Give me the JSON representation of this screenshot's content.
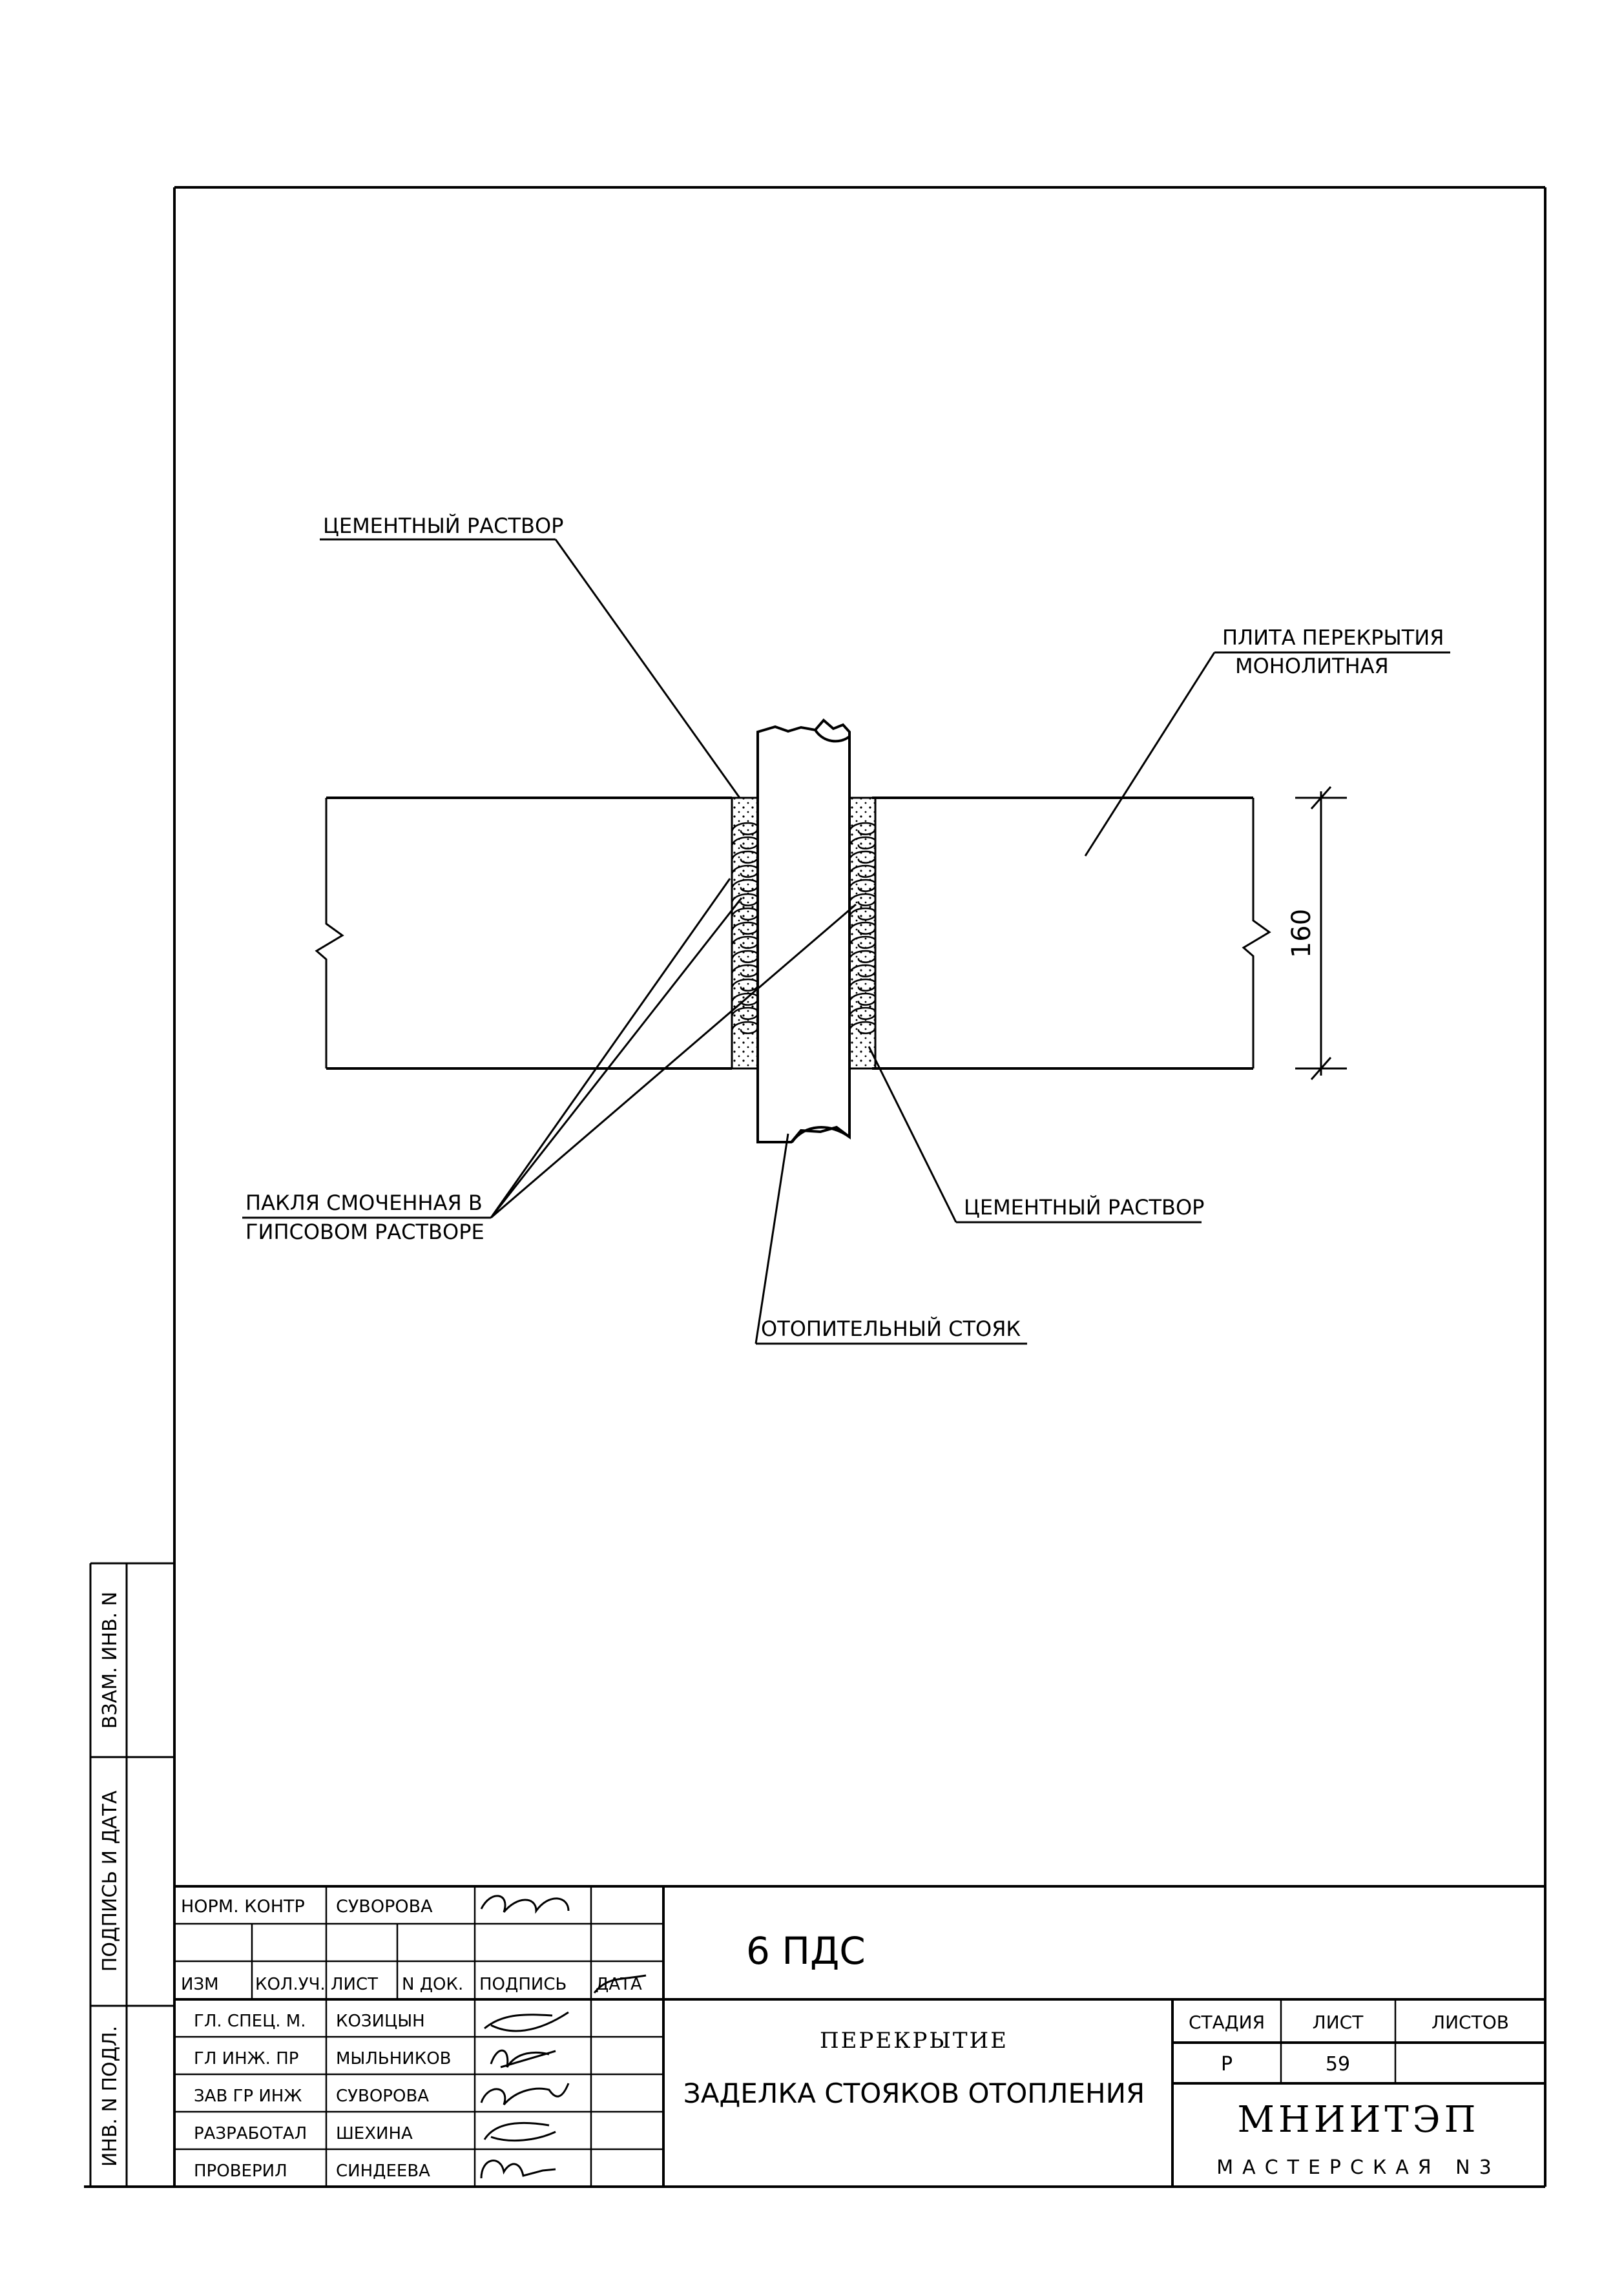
{
  "callouts": {
    "cement_top": "ЦЕМЕНТНЫЙ РАСТВОР",
    "slab_line1": "ПЛИТА ПЕРЕКРЫТИЯ",
    "slab_line2": "МОНОЛИТНАЯ",
    "dimension": "160",
    "tow_line1": "ПАКЛЯ СМОЧЕННАЯ В",
    "tow_line2": "ГИПСОВОМ РАСТВОРЕ",
    "cement_bottom": "ЦЕМЕНТНЫЙ РАСТВОР",
    "riser": "ОТОПИТЕЛЬНЫЙ СТОЯК"
  },
  "margin_stamp": {
    "replace_inv": "ВЗАМ. ИНВ. N",
    "sign_date": "ПОДПИСЬ И ДАТА",
    "orig_inv": "ИНВ. N ПОДЛ."
  },
  "title_block": {
    "norm_control_label": "НОРМ. КОНТР",
    "norm_control_name": "СУВОРОВА",
    "header_cols": [
      "ИЗМ",
      "КОЛ.УЧ.",
      "ЛИСТ",
      "N ДОК.",
      "ПОДПИСЬ",
      "ДАТА"
    ],
    "staff": [
      {
        "role": "ГЛ. СПЕЦ. М.",
        "name": "КОЗИЦЫН"
      },
      {
        "role": "ГЛ ИНЖ. ПР",
        "name": "МЫЛЬНИКОВ"
      },
      {
        "role": "ЗАВ ГР ИНЖ",
        "name": "СУВОРОВА"
      },
      {
        "role": "РАЗРАБОТАЛ",
        "name": "ШЕХИНА"
      },
      {
        "role": "ПРОВЕРИЛ",
        "name": "СИНДЕЕВА"
      }
    ],
    "code": "6 ПДС",
    "subtitle": "ПЕРЕКРЫТИЕ",
    "title": "ЗАДЕЛКА СТОЯКОВ ОТОПЛЕНИЯ",
    "stage_label": "СТАДИЯ",
    "sheet_label": "ЛИСТ",
    "sheets_label": "ЛИСТОВ",
    "stage_value": "Р",
    "sheet_value": "59",
    "sheets_value": "",
    "org": "МНИИТЭП",
    "workshop": "МАСТЕРСКАЯ N3"
  }
}
